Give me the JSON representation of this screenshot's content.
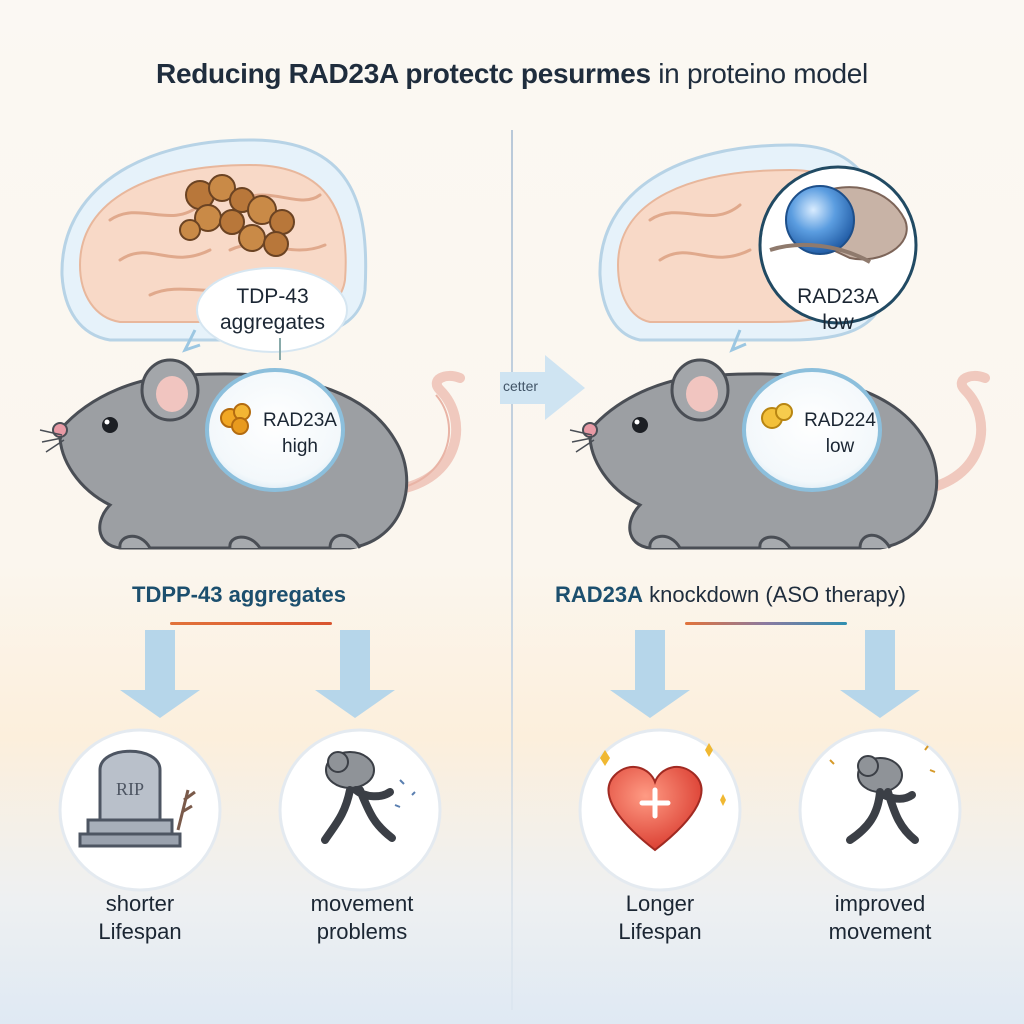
{
  "title": {
    "bold": "Reducing RAD23A protectc pesurmes",
    "rest": "in proteino model"
  },
  "left": {
    "brain_bubble": {
      "line1": "TDP-43",
      "line2": "aggregates"
    },
    "mouse_bubble": {
      "line1": "RAD23A",
      "line2": "high"
    },
    "section_label": "TDPP-43 aggregates",
    "outcomes": [
      {
        "line1": "shorter",
        "line2": "Lifespan",
        "icon": "gravestone-icon",
        "stone_text": "RIP"
      },
      {
        "line1": "movement",
        "line2": "problems",
        "icon": "stumbling-mouse-icon"
      }
    ]
  },
  "right": {
    "brain_bubble": {
      "line1": "RAD23A",
      "line2": "low"
    },
    "mouse_bubble": {
      "line1": "RAD224",
      "line2": "low"
    },
    "section_label_bold": "RAD23A",
    "section_label_rest": " knockdown (ASO therapy)",
    "outcomes": [
      {
        "line1": "Longer",
        "line2": "Lifespan",
        "icon": "heart-plus-icon"
      },
      {
        "line1": "improved",
        "line2": "movement",
        "icon": "walking-mouse-icon"
      }
    ]
  },
  "middle_arrow_label": "cetter",
  "colors": {
    "title": "#1f2d3d",
    "accent_orange": "#e2733a",
    "accent_teal": "#2f8fb0",
    "arrow": "#b6d6ea"
  }
}
